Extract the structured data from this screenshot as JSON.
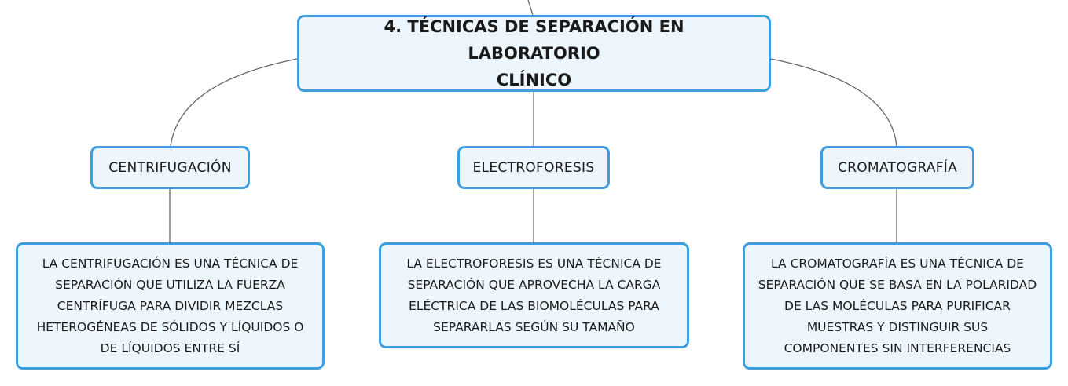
{
  "root": {
    "title_line1": "4. TÉCNICAS DE SEPARACIÓN EN LABORATORIO",
    "title_line2": "CLÍNICO"
  },
  "branches": [
    {
      "label": "CENTRIFUGACIÓN",
      "description_lines": [
        "LA CENTRIFUGACIÓN ES UNA TÉCNICA DE",
        "SEPARACIÓN QUE UTILIZA LA FUERZA",
        "CENTRÍFUGA PARA DIVIDIR MEZCLAS",
        "HETEROGÉNEAS DE SÓLIDOS Y LÍQUIDOS O",
        "DE LÍQUIDOS ENTRE SÍ"
      ]
    },
    {
      "label": "ELECTROFORESIS",
      "description_lines": [
        "LA ELECTROFORESIS ES UNA TÉCNICA DE",
        "SEPARACIÓN QUE APROVECHA LA CARGA",
        "ELÉCTRICA DE LAS BIOMOLÉCULAS PARA",
        "SEPARARLAS SEGÚN SU TAMAÑO"
      ]
    },
    {
      "label": "CROMATOGRAFÍA",
      "description_lines": [
        "LA CROMATOGRAFÍA ES UNA TÉCNICA DE",
        "SEPARACIÓN QUE SE BASA EN LA POLARIDAD",
        "DE LAS MOLÉCULAS PARA PURIFICAR",
        "MUESTRAS Y DISTINGUIR SUS",
        "COMPONENTES SIN INTERFERENCIAS"
      ]
    }
  ],
  "colors": {
    "node_border": "#3d9ee0",
    "node_fill": "#eef6fd",
    "connector": "#666666"
  }
}
